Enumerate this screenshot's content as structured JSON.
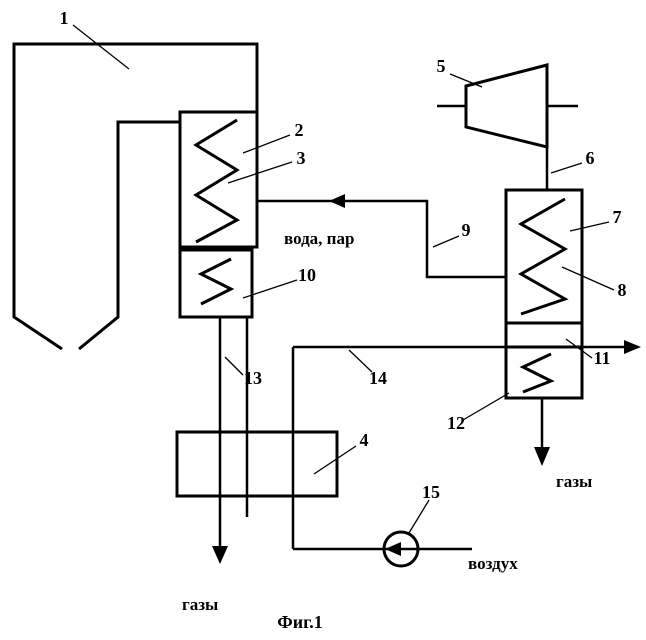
{
  "diagram": {
    "caption": "Фиг.1",
    "numbers": {
      "n1": "1",
      "n2": "2",
      "n3": "3",
      "n4": "4",
      "n5": "5",
      "n6": "6",
      "n7": "7",
      "n8": "8",
      "n9": "9",
      "n10": "10",
      "n11": "11",
      "n12": "12",
      "n13": "13",
      "n14": "14",
      "n15": "15"
    },
    "flow_labels": {
      "water_steam": "вода, пар",
      "gases_right": "газы",
      "gases_bottom": "газы",
      "air": "воздух"
    }
  }
}
